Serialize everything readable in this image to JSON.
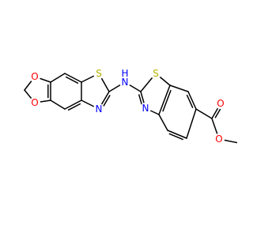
{
  "molecule": {
    "colors": {
      "bond": "#000000",
      "O": "#ff0000",
      "S": "#b2b200",
      "N": "#0000ff",
      "C": "#000000"
    },
    "atoms": [
      {
        "id": "s1",
        "label": "S",
        "element": "S"
      },
      {
        "id": "n1",
        "label": "N",
        "element": "N"
      },
      {
        "id": "o1",
        "label": "O",
        "element": "O"
      },
      {
        "id": "o2",
        "label": "O",
        "element": "O"
      },
      {
        "id": "nh",
        "label": "H\nN",
        "element": "N"
      },
      {
        "id": "s2",
        "label": "S",
        "element": "S"
      },
      {
        "id": "n2",
        "label": "N",
        "element": "N"
      },
      {
        "id": "o3",
        "label": "O",
        "element": "O"
      },
      {
        "id": "o4",
        "label": "O",
        "element": "O"
      }
    ]
  }
}
